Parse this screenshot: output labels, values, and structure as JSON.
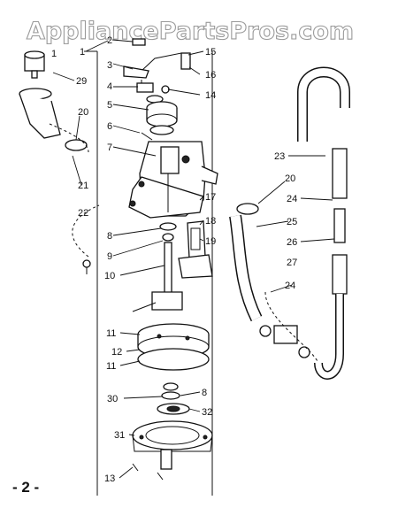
{
  "watermark": "AppliancePartsPros.com",
  "page_number": "- 2 -",
  "callouts": {
    "c1": "1",
    "c2": "2",
    "c3": "3",
    "c4": "4",
    "c5": "5",
    "c6": "6",
    "c7": "7",
    "c8a": "8",
    "c8b": "8",
    "c9": "9",
    "c10": "10",
    "c11a": "11",
    "c11b": "11",
    "c12": "12",
    "c13": "13",
    "c14": "14",
    "c15": "15",
    "c16": "16",
    "c17": "17",
    "c18": "18",
    "c19": "19",
    "c20a": "20",
    "c20b": "20",
    "c21": "21",
    "c22": "22",
    "c23": "23",
    "c24a": "24",
    "c24b": "24",
    "c25": "25",
    "c26": "26",
    "c27": "27",
    "c29": "29",
    "c30": "30",
    "c31": "31",
    "c32": "32"
  }
}
